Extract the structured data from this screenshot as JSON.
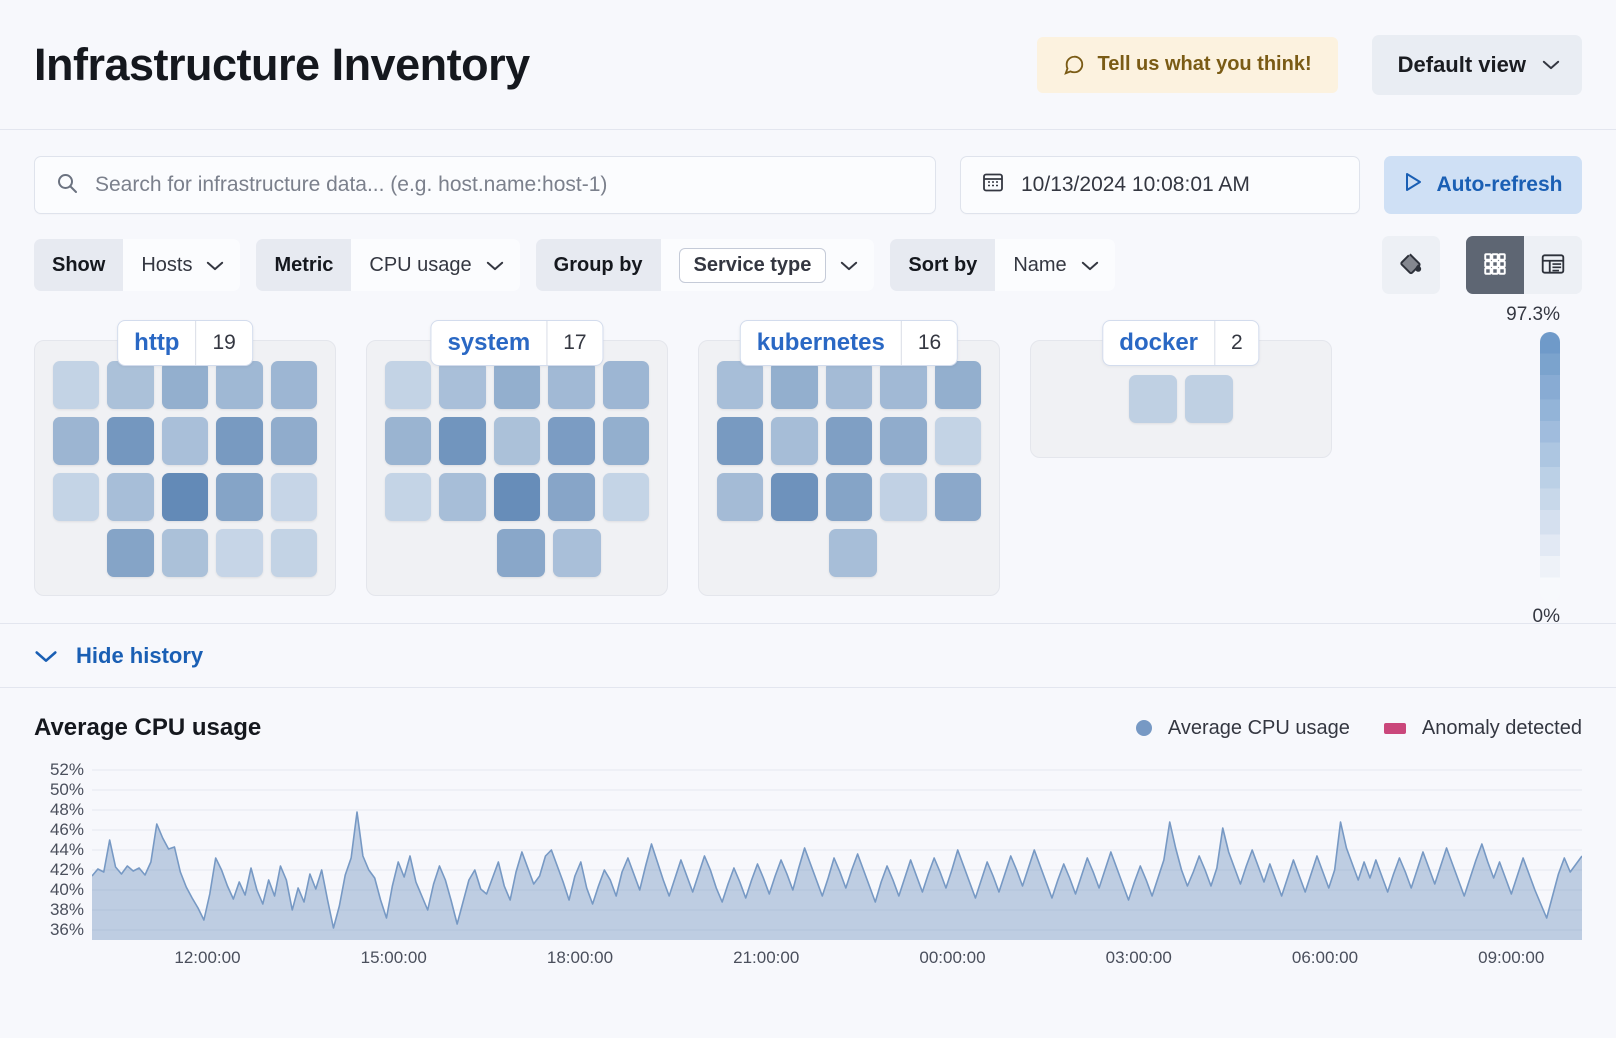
{
  "header": {
    "title": "Infrastructure Inventory",
    "feedback_label": "Tell us what you think!",
    "feedback_icon": "comment-icon",
    "view_label": "Default view",
    "view_chevron_icon": "chevron-down-icon"
  },
  "search": {
    "placeholder": "Search for infrastructure data... (e.g. host.name:host-1)",
    "value": "",
    "icon": "search-icon",
    "date_value": "10/13/2024 10:08:01 AM",
    "date_icon": "calendar-icon",
    "refresh_label": "Auto-refresh",
    "refresh_icon": "play-icon"
  },
  "filters": [
    {
      "label": "Show",
      "value": "Hosts",
      "boxed": false,
      "chevron": "chevron-down-icon"
    },
    {
      "label": "Metric",
      "value": "CPU usage",
      "boxed": false,
      "chevron": "chevron-down-icon"
    },
    {
      "label": "Group by",
      "value": "Service type",
      "boxed": true,
      "chevron": "chevron-down-icon"
    },
    {
      "label": "Sort by",
      "value": "Name",
      "boxed": false,
      "chevron": "chevron-down-icon"
    }
  ],
  "view_toggles": {
    "palette_icon": "paint-bucket-icon",
    "grid_icon": "grid-view-icon",
    "table_icon": "table-view-icon",
    "active": "grid"
  },
  "heatmap": {
    "legend_max": "97.3%",
    "legend_min": "0%",
    "groups": [
      {
        "name": "http",
        "count": "19",
        "rows": [
          {
            "offset": 0,
            "values": [
              0.22,
              0.36,
              0.5,
              0.43,
              0.44
            ]
          },
          {
            "offset": 0,
            "values": [
              0.45,
              0.68,
              0.37,
              0.66,
              0.52
            ]
          },
          {
            "offset": 0,
            "values": [
              0.21,
              0.38,
              0.78,
              0.58,
              0.2
            ]
          },
          {
            "offset": 1,
            "values": [
              0.58,
              0.36,
              0.2,
              0.22
            ]
          }
        ]
      },
      {
        "name": "system",
        "count": "17",
        "rows": [
          {
            "offset": 0,
            "values": [
              0.22,
              0.37,
              0.5,
              0.42,
              0.44
            ]
          },
          {
            "offset": 0,
            "values": [
              0.46,
              0.7,
              0.36,
              0.64,
              0.5
            ]
          },
          {
            "offset": 0,
            "values": [
              0.21,
              0.38,
              0.76,
              0.57,
              0.21
            ]
          },
          {
            "offset": 2,
            "values": [
              0.56,
              0.37
            ]
          }
        ]
      },
      {
        "name": "kubernetes",
        "count": "16",
        "rows": [
          {
            "offset": 0,
            "values": [
              0.38,
              0.5,
              0.4,
              0.42,
              0.5
            ]
          },
          {
            "offset": 0,
            "values": [
              0.66,
              0.39,
              0.62,
              0.52,
              0.22
            ]
          },
          {
            "offset": 0,
            "values": [
              0.4,
              0.72,
              0.58,
              0.23,
              0.55
            ]
          },
          {
            "offset": 2,
            "values": [
              0.38
            ]
          }
        ]
      },
      {
        "name": "docker",
        "count": "2",
        "rows": [
          {
            "offset": 0,
            "values": [
              0.24,
              0.24
            ]
          }
        ]
      }
    ]
  },
  "history": {
    "toggle_label": "Hide history",
    "toggle_icon": "chevron-down-icon"
  },
  "chart_data": {
    "type": "area",
    "title": "Average CPU usage",
    "xlabel": "",
    "ylabel": "",
    "grid": true,
    "legend_position": "top-right",
    "legend": [
      {
        "name": "Average CPU usage",
        "color": "#7799c4",
        "marker": "dot"
      },
      {
        "name": "Anomaly detected",
        "color": "#ca477b",
        "marker": "dash"
      }
    ],
    "ylim": [
      35,
      53
    ],
    "yticks": [
      "52%",
      "50%",
      "48%",
      "46%",
      "44%",
      "42%",
      "40%",
      "38%",
      "36%"
    ],
    "ytick_values": [
      52,
      50,
      48,
      46,
      44,
      42,
      40,
      38,
      36
    ],
    "xticks": [
      "12:00:00",
      "15:00:00",
      "18:00:00",
      "21:00:00",
      "00:00:00",
      "03:00:00",
      "06:00:00",
      "09:00:00"
    ],
    "series": [
      {
        "name": "Average CPU usage",
        "color": "#7799c4",
        "values": [
          41.4,
          42.1,
          41.8,
          45.0,
          42.3,
          41.6,
          42.4,
          41.9,
          42.2,
          41.5,
          42.8,
          46.6,
          45.2,
          44.1,
          44.3,
          41.8,
          40.3,
          39.2,
          38.2,
          37.0,
          39.6,
          43.2,
          42.0,
          40.4,
          39.1,
          40.8,
          39.5,
          42.2,
          40.0,
          38.6,
          41.0,
          39.4,
          42.4,
          41.0,
          38.0,
          40.2,
          38.8,
          41.6,
          40.1,
          42.0,
          39.0,
          36.2,
          38.4,
          41.5,
          43.2,
          47.8,
          43.4,
          42.0,
          41.2,
          39.0,
          37.2,
          40.4,
          42.8,
          41.3,
          43.4,
          40.8,
          39.4,
          38.0,
          40.6,
          42.4,
          41.0,
          38.9,
          36.6,
          38.8,
          41.0,
          42.0,
          40.1,
          39.6,
          41.2,
          42.8,
          40.4,
          39.0,
          41.8,
          43.8,
          42.2,
          40.6,
          41.4,
          43.4,
          44.0,
          42.4,
          40.8,
          39.0,
          41.4,
          42.8,
          40.2,
          38.6,
          40.4,
          42.0,
          41.0,
          39.4,
          41.8,
          43.2,
          41.6,
          40.0,
          42.4,
          44.6,
          42.8,
          41.0,
          39.4,
          41.2,
          43.0,
          41.4,
          39.8,
          41.6,
          43.4,
          42.0,
          40.2,
          38.8,
          40.6,
          42.2,
          40.8,
          39.2,
          41.0,
          42.6,
          41.2,
          39.6,
          41.4,
          43.0,
          41.6,
          40.0,
          42.2,
          44.2,
          42.6,
          41.0,
          39.4,
          41.2,
          43.2,
          41.8,
          40.2,
          42.0,
          43.6,
          42.0,
          40.4,
          38.8,
          40.8,
          42.4,
          41.0,
          39.4,
          41.2,
          43.0,
          41.4,
          39.8,
          41.6,
          43.2,
          41.8,
          40.2,
          42.0,
          44.0,
          42.4,
          40.8,
          39.2,
          41.0,
          42.8,
          41.4,
          39.8,
          41.6,
          43.4,
          42.0,
          40.4,
          42.2,
          44.0,
          42.4,
          40.8,
          39.2,
          41.0,
          42.6,
          41.2,
          39.6,
          41.4,
          43.2,
          41.8,
          40.2,
          42.0,
          43.8,
          42.2,
          40.6,
          39.0,
          40.8,
          42.4,
          41.0,
          39.4,
          41.2,
          43.0,
          46.8,
          44.2,
          42.0,
          40.4,
          41.8,
          43.4,
          42.0,
          40.4,
          42.2,
          46.2,
          43.8,
          42.2,
          40.6,
          42.4,
          44.0,
          42.4,
          40.8,
          42.6,
          41.0,
          39.4,
          41.2,
          43.0,
          41.4,
          39.8,
          41.6,
          43.4,
          41.8,
          40.2,
          42.0,
          46.8,
          44.2,
          42.6,
          41.0,
          42.8,
          41.2,
          43.0,
          41.4,
          39.8,
          41.6,
          43.2,
          41.8,
          40.2,
          42.0,
          43.8,
          42.2,
          40.6,
          42.4,
          44.2,
          42.6,
          41.0,
          39.4,
          41.2,
          43.0,
          44.6,
          42.8,
          41.2,
          42.8,
          41.2,
          39.6,
          41.4,
          43.2,
          41.6,
          40.0,
          38.6,
          37.2,
          39.4,
          41.6,
          43.2,
          41.8,
          42.6,
          43.4
        ]
      }
    ]
  }
}
